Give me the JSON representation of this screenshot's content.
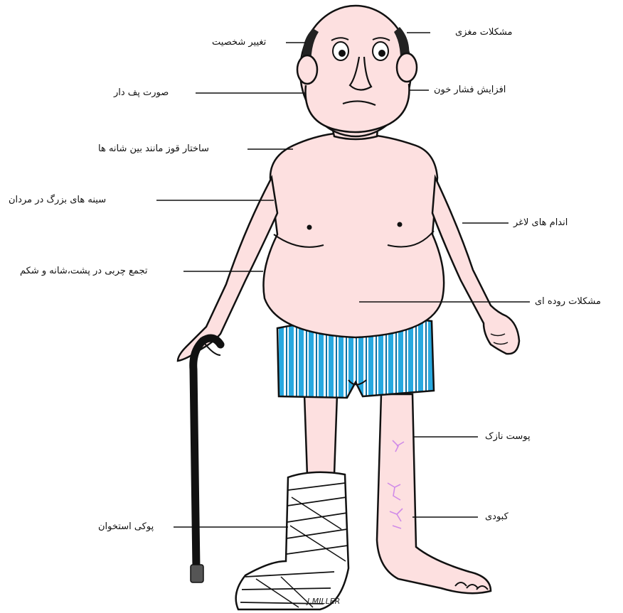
{
  "labels": {
    "personality_change": "تغییر شخصیت",
    "brain_problems": "مشکلات مغزی",
    "puffy_face": "صورت پف دار",
    "high_blood_pressure": "افزایش فشار خون",
    "buffalo_hump": "ساختار قوز مانند بین شانه ها",
    "enlarged_breasts_men": "سینه های بزرگ در مردان",
    "thin_limbs": "اندام های لاغر",
    "fat_accumulation": "تجمع چربی در پشت،شانه و شکم",
    "bowel_problems": "مشکلات روده ای",
    "thin_skin": "پوست نازک",
    "bruising": "کبودی",
    "osteoporosis": "پوکی استخوان"
  },
  "signature": "J.MILLER",
  "colors": {
    "skin": "#fde0e0",
    "outline": "#111111",
    "shorts_blue": "#28a9e0",
    "shorts_white": "#ffffff",
    "cane": "#111111",
    "bruise": "#d08be8"
  }
}
